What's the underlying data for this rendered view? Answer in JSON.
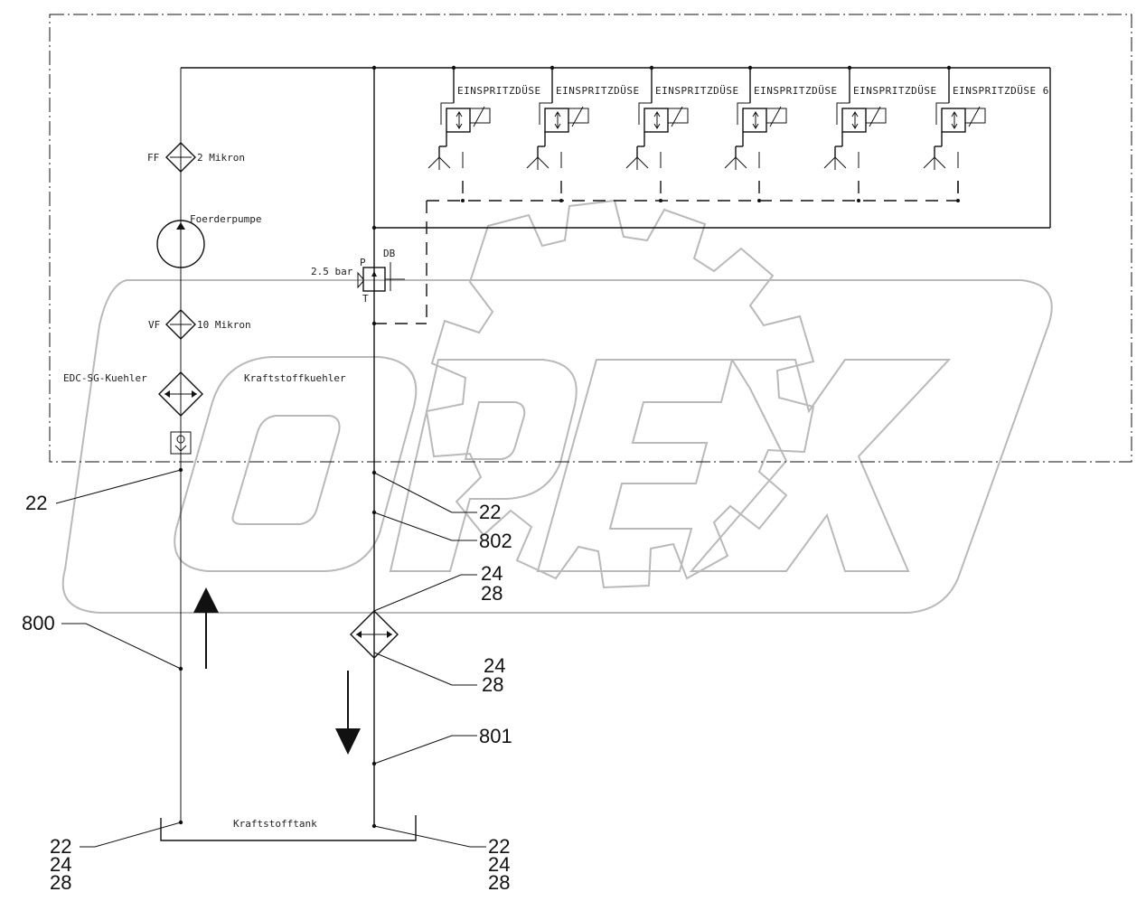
{
  "labels": {
    "ff": "FF",
    "ff_rating": "2 Mikron",
    "pump": "Foerderpumpe",
    "vf": "VF",
    "vf_rating": "10 Mikron",
    "ecu_cooler": "EDC-SG-Kuehler",
    "fuel_cooler": "Kraftstoffkuehler",
    "pressure": "2.5 bar",
    "port_p": "P",
    "port_t": "T",
    "db": "DB",
    "tank": "Kraftstofftank"
  },
  "injectors": [
    "EINSPRITZDÜSE",
    "EINSPRITZDÜSE",
    "EINSPRITZDÜSE",
    "EINSPRITZDÜSE",
    "EINSPRITZDÜSE",
    "EINSPRITZDÜSE 6"
  ],
  "callouts": {
    "c22_left": "22",
    "c22_right": "22",
    "c802": "802",
    "c24_top": "24",
    "c28_top": "28",
    "c24_bot": "24",
    "c28_bot": "28",
    "c800": "800",
    "c801": "801",
    "tank_left": [
      "22",
      "24",
      "28"
    ],
    "tank_right": [
      "22",
      "24",
      "28"
    ]
  },
  "watermark": "OPEX"
}
